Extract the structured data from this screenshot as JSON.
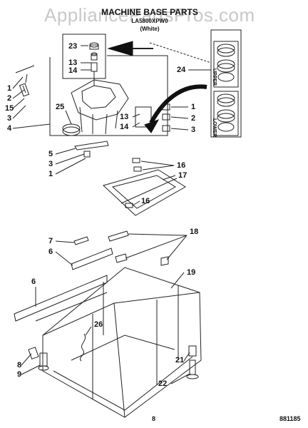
{
  "watermark": "AppliancePartsPros.com",
  "header": {
    "title": "MACHINE BASE PARTS",
    "model": "LA5800XPW0",
    "color": "(White)"
  },
  "inset_labels": {
    "upper": "UPPER",
    "lower": "LOWER"
  },
  "callouts": {
    "c23": "23",
    "c13a": "13",
    "c14a": "14",
    "c24": "24",
    "c1a": "1",
    "c2a": "2",
    "c15": "15",
    "c3a": "3",
    "c4": "4",
    "c25": "25",
    "c13b": "13",
    "c14b": "14",
    "c1b": "1",
    "c2b": "2",
    "c3b": "3",
    "c5": "5",
    "c3c": "3",
    "c1c": "1",
    "c16a": "16",
    "c17": "17",
    "c16b": "16",
    "c7": "7",
    "c6a": "6",
    "c18": "18",
    "c19": "19",
    "c6b": "6",
    "c26": "26",
    "c21": "21",
    "c8": "8",
    "c9": "9",
    "c22": "22"
  },
  "footer": {
    "page": "8",
    "code": "881185"
  }
}
